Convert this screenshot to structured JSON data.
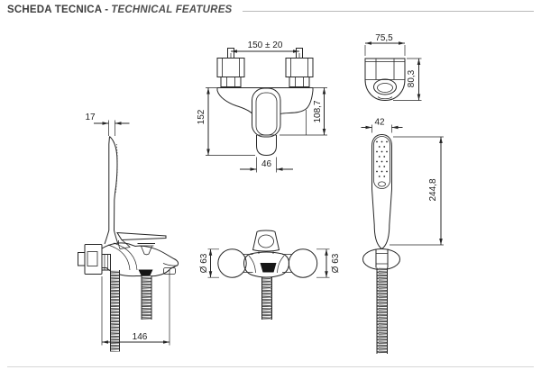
{
  "header": {
    "title_primary": "SCHEDA TECNICA",
    "separator": "-",
    "title_secondary": "TECHNICAL FEATURES"
  },
  "colors": {
    "line": "#262626",
    "dimension_text": "#1c1c1c",
    "header_text": "#3d3d3d",
    "header_rule": "#b9b9b9",
    "bottom_rule": "#d6d6d6",
    "solid_fill": "#161616",
    "background": "#ffffff"
  },
  "views": {
    "front": {
      "dim_center_distance": "150 ± 20",
      "dim_total_height": "152",
      "dim_body_height": "108,7",
      "dim_body_width": "46"
    },
    "top": {
      "dim_width": "75,5",
      "dim_depth": "80,3"
    },
    "handshower": {
      "dim_head_width": "42",
      "dim_length": "244,8"
    },
    "side": {
      "dim_head_thickness": "17",
      "dim_spout_reach": "146"
    },
    "bottom": {
      "dim_flange_left": "Ø 63",
      "dim_flange_right": "Ø 63"
    }
  }
}
